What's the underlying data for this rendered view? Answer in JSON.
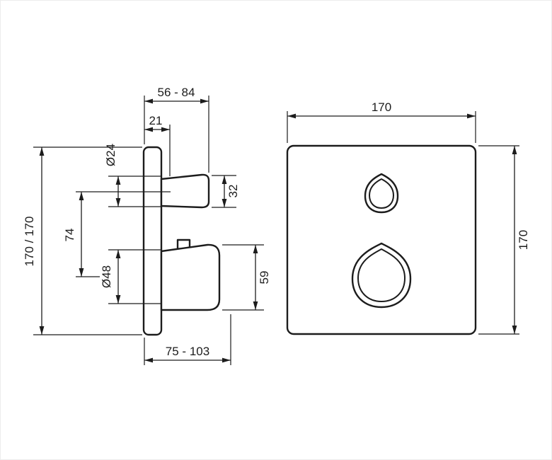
{
  "drawing": {
    "type": "technical-dimension-drawing",
    "side_view": {
      "depth_top": "56 - 84",
      "plate_offset": "21",
      "top_handle_diameter": "Ø24",
      "top_handle_height": "32",
      "overall_height": "170 / 170",
      "handle_spacing": "74",
      "bottom_handle_diameter": "Ø48",
      "bottom_handle_height": "59",
      "depth_bottom": "75 - 103"
    },
    "front_view": {
      "plate_width": "170",
      "plate_height": "170"
    },
    "colors": {
      "line": "#1c1c1c",
      "background": "#ffffff"
    }
  }
}
